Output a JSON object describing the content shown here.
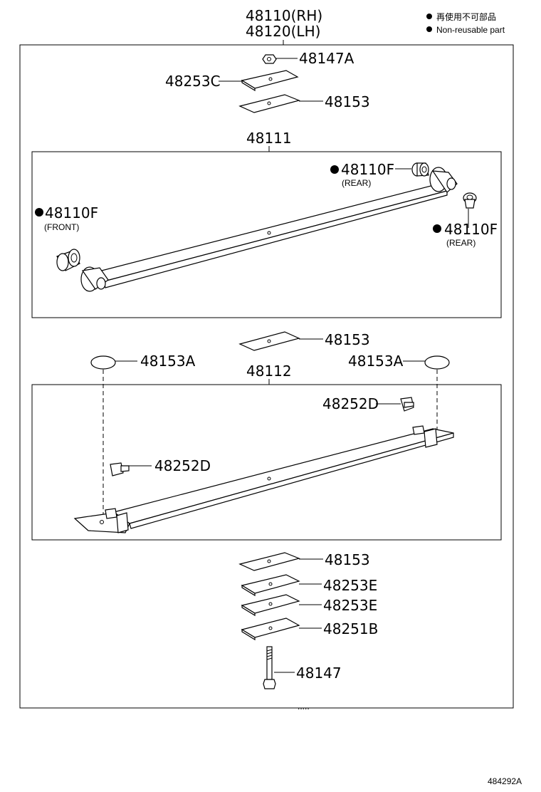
{
  "header": {
    "assembly_rh": "48110(RH)",
    "assembly_lh": "48120(LH)",
    "legend_jp": "再使用不可部品",
    "legend_en": "Non-reusable part"
  },
  "parts": {
    "nut_top": "48147A",
    "plate_top_c": "48253C",
    "pad_top": "48153",
    "main_leaf": "48111",
    "bush_rear_upper": "48110F",
    "bush_rear_upper_note": "(REAR)",
    "bush_front": "48110F",
    "bush_front_note": "(FRONT)",
    "bush_rear_lower": "48110F",
    "bush_rear_lower_note": "(REAR)",
    "pad_middle": "48153",
    "cap_left": "48153A",
    "cap_right": "48153A",
    "second_leaf": "48112",
    "clip_right": "48252D",
    "clip_left": "48252D",
    "pad_bottom": "48153",
    "plate_e1": "48253E",
    "plate_e2": "48253E",
    "plate_b": "48251B",
    "bolt": "48147"
  },
  "footer": {
    "illustration_code": "484292A",
    "dots": "....."
  }
}
